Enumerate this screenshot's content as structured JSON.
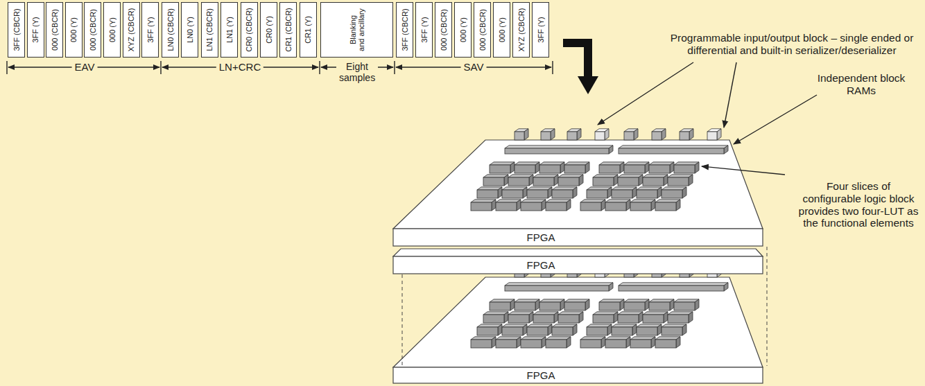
{
  "diagram": {
    "nodes": [
      {
        "text": [
          "3FF (CBCR)"
        ]
      },
      {
        "text": [
          "3FF (Y)"
        ]
      },
      {
        "text": [
          "000 (CBCR)"
        ]
      },
      {
        "text": [
          "000 (Y)"
        ]
      },
      {
        "text": [
          "000 (CBCR)"
        ]
      },
      {
        "text": [
          "000 (Y)"
        ]
      },
      {
        "text": [
          "XYZ (CBCR)"
        ]
      },
      {
        "text": [
          "3FF (Y)"
        ]
      },
      {
        "text": [
          "LN0 (CBCR)"
        ]
      },
      {
        "text": [
          "LN0 (Y)"
        ]
      },
      {
        "text": [
          "LN1 (CBCR)"
        ]
      },
      {
        "text": [
          "LN1 (Y)"
        ]
      },
      {
        "text": [
          "CR0 (CBCR)"
        ]
      },
      {
        "text": [
          "CR0 (Y)"
        ]
      },
      {
        "text": [
          "CR1 (CBCR)"
        ]
      },
      {
        "text": [
          "CR1 (Y)"
        ]
      },
      {
        "text": [
          "Blanking and ancillary"
        ]
      },
      {
        "text": [
          "3FF (CBCR)"
        ]
      },
      {
        "text": [
          "3FF (Y)"
        ]
      },
      {
        "text": [
          "000 (CBCR)"
        ]
      },
      {
        "text": [
          "000 (Y)"
        ]
      },
      {
        "text": [
          "000 (CBCR)"
        ]
      },
      {
        "text": [
          "000 (Y)"
        ]
      },
      {
        "text": [
          "XYZ (CBCR)"
        ]
      },
      {
        "text": [
          "3FF (Y)"
        ]
      }
    ],
    "labels": [
      "EAV",
      "LN+CRC",
      "Eight samples",
      "SAV",
      "Programmable input/output block – single ended or differential and built-in serializer/deserializer",
      "Independent block RAMs",
      "Four slices of configurable logic block provides two four-LUT as the functional elements",
      "FPGA",
      "FPGA",
      "FPGA"
    ]
  }
}
